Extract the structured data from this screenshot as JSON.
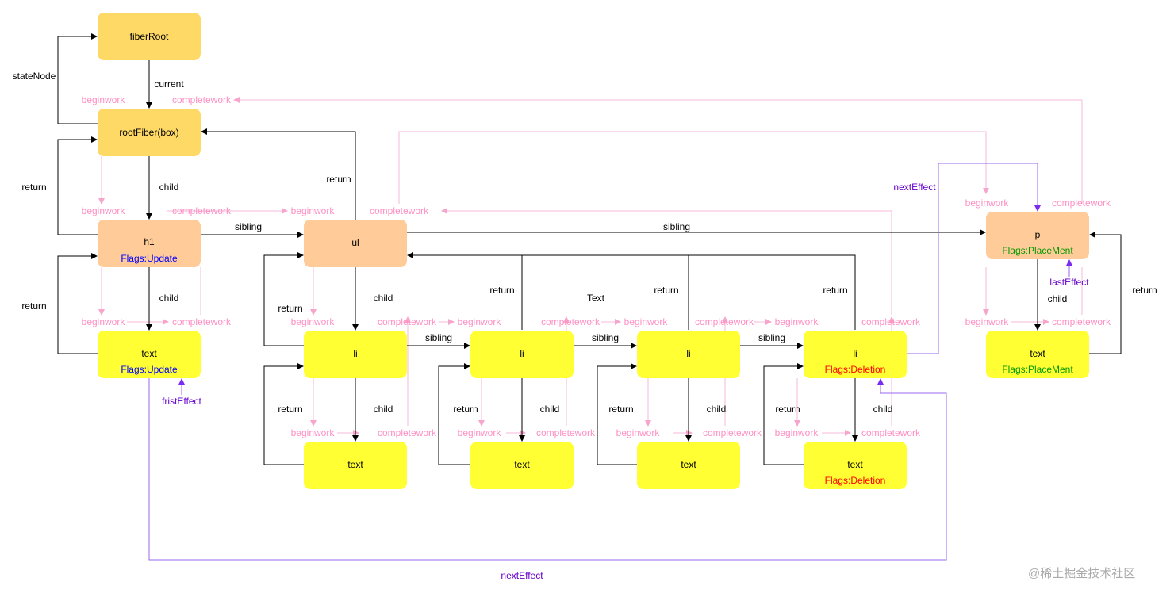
{
  "colors": {
    "root_fill": "#ffd966",
    "peach_fill": "#ffcc99",
    "yellow_fill": "#ffff33",
    "flag_update": "#0000ff",
    "flag_deletion": "#ff0000",
    "flag_placement": "#009900",
    "work_label": "#ff8fc4",
    "effect_label": "#6600cc"
  },
  "nodes": {
    "fiberRoot": {
      "name": "fiberRoot"
    },
    "rootFiber": {
      "name": "rootFiber(box)"
    },
    "h1": {
      "name": "h1",
      "flag": "Flags:Update"
    },
    "h1_text": {
      "name": "text",
      "flag": "Flags:Update"
    },
    "ul": {
      "name": "ul"
    },
    "li1": {
      "name": "li"
    },
    "li2": {
      "name": "li"
    },
    "li3": {
      "name": "li"
    },
    "li4": {
      "name": "li",
      "flag": "Flags:Deletion"
    },
    "li1_text": {
      "name": "text"
    },
    "li2_text": {
      "name": "text"
    },
    "li3_text": {
      "name": "text"
    },
    "li4_text": {
      "name": "text",
      "flag": "Flags:Deletion"
    },
    "p": {
      "name": "p",
      "flag": "Flags:PlaceMent"
    },
    "p_text": {
      "name": "text",
      "flag": "Flags:PlaceMent"
    }
  },
  "labels": {
    "stateNode": "stateNode",
    "current": "current",
    "return": "return",
    "child": "child",
    "sibling": "sibling",
    "beginwork": "beginwork",
    "completework": "completework",
    "text_annotation": "Text",
    "nextEffect": "nextEffect",
    "lastEffect": "lastEffect",
    "fristEffect": "fristEffect"
  },
  "watermark": "@稀土掘金技术社区"
}
